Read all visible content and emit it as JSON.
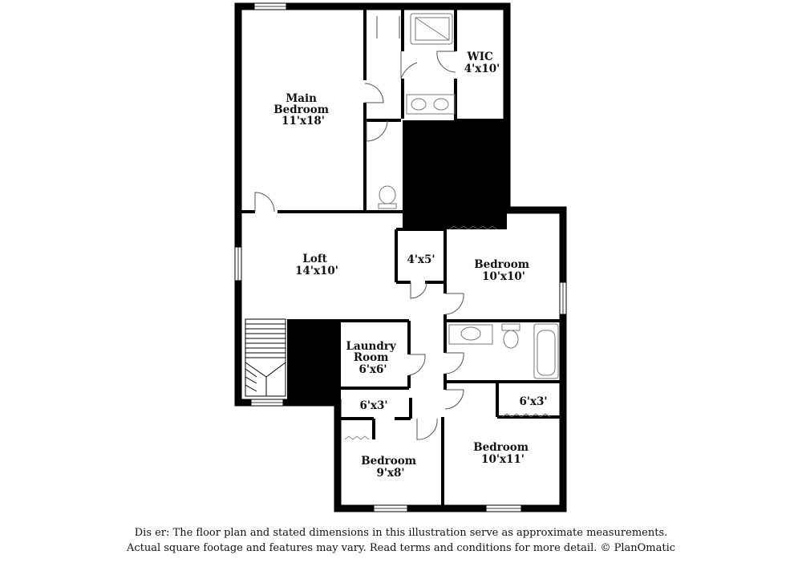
{
  "colors": {
    "wall": "#000000",
    "fixture": "#777777",
    "background": "#ffffff"
  },
  "rooms": {
    "main_bedroom": {
      "lines": [
        "Main",
        "Bedroom",
        "11'x18'"
      ]
    },
    "wic": {
      "lines": [
        "WIC",
        "4'x10'"
      ]
    },
    "loft": {
      "lines": [
        "Loft",
        "14'x10'"
      ]
    },
    "closet_4x5": {
      "lines": [
        "4'x5'"
      ]
    },
    "bedroom_2": {
      "lines": [
        "Bedroom",
        "10'x10'"
      ]
    },
    "laundry": {
      "lines": [
        "Laundry",
        "Room",
        "6'x6'"
      ]
    },
    "closet_6x3_left": {
      "lines": [
        "6'x3'"
      ]
    },
    "closet_6x3_right": {
      "lines": [
        "6'x3'"
      ]
    },
    "bedroom_3": {
      "lines": [
        "Bedroom",
        "9'x8'"
      ]
    },
    "bedroom_4": {
      "lines": [
        "Bedroom",
        "10'x11'"
      ]
    }
  },
  "disclaimer": {
    "line1": "Dis      er: The floor plan and stated dimensions in this illustration serve as approximate measurements.",
    "line2": "Actual square footage and features may vary. Read terms and conditions for more detail. © PlanOmatic"
  }
}
